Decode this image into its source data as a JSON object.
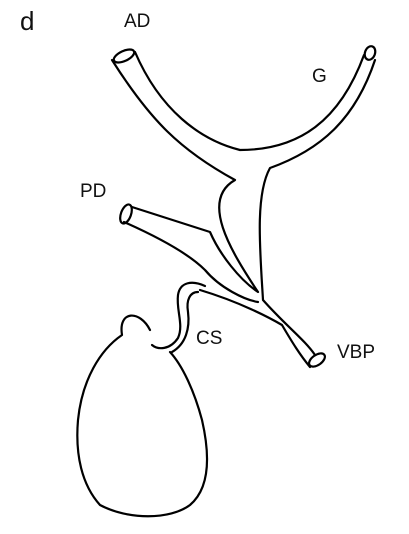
{
  "figure": {
    "panel_letter": "d",
    "labels": {
      "ad": "AD",
      "g": "G",
      "pd": "PD",
      "cs": "CS",
      "vbp": "VBP"
    }
  }
}
